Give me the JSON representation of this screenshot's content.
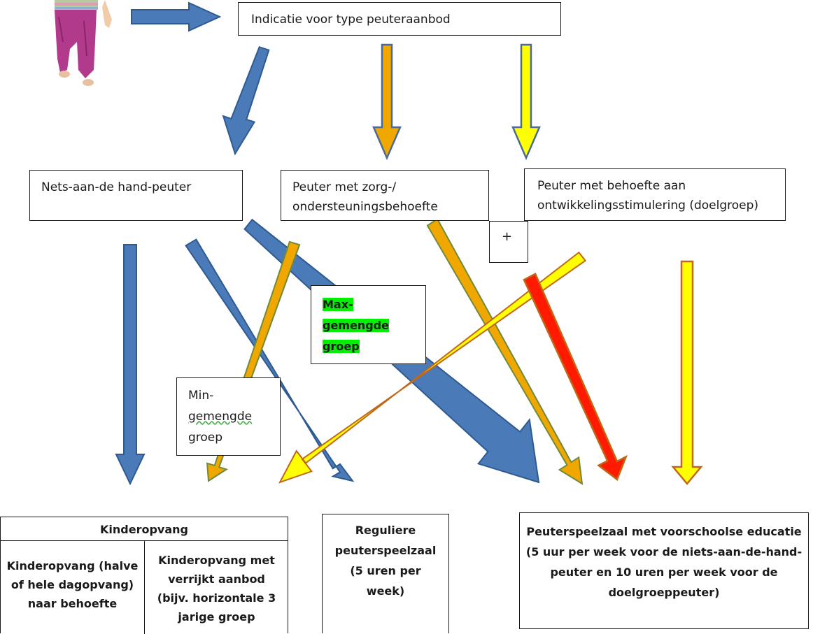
{
  "top_box": {
    "label": "Indicatie voor type peuteraanbod"
  },
  "categories": {
    "niets": "Nets-aan-de hand-peuter",
    "zorg_line1": "Peuter met zorg-/",
    "zorg_line2": "ondersteuningsbehoefte",
    "doel_line1": "Peuter met behoefte aan",
    "doel_line2": "ontwikkelingsstimulering (doelgroep)"
  },
  "plus_box": {
    "label": "+"
  },
  "max_box": {
    "line1": "Max-",
    "line2": "gemengde",
    "line3": "groep"
  },
  "min_box": {
    "line1": "Min-",
    "line2": "gemengde",
    "line3": "groep"
  },
  "kinderopvang": {
    "header": "Kinderopvang",
    "left": [
      "Kinderopvang (halve",
      "of hele dagopvang)",
      "naar behoefte"
    ],
    "right": [
      "Kinderopvang met",
      "verrijkt aanbod",
      "(bijv. horizontale 3",
      "jarige groep"
    ]
  },
  "reguliere": [
    "Reguliere",
    "peuterspeelzaal",
    "(5 uren per",
    "week)"
  ],
  "ve": [
    "Peuterspeelzaal met voorschoolse educatie",
    "(5 uur per week voor de niets-aan-de-hand-",
    "peuter en 10 uren per week voor de",
    "doelgroeppeuter)"
  ],
  "colors": {
    "blue": "#4a7ab8",
    "orange": "#f0a800",
    "yellow": "#ffff00",
    "red": "#ff1a00",
    "green_outline": "#6e8a3a",
    "orange_outline": "#c06818",
    "highlight": "#00f000"
  }
}
